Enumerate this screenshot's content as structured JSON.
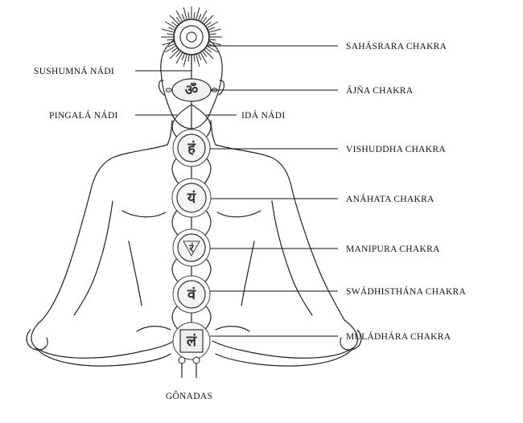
{
  "diagram": {
    "labels_right": [
      "SAHÁSRARA CHAKRA",
      "ÁJÑA CHAKRA",
      "IDÁ NÁDI",
      "VISHUDDHA CHAKRA",
      "ANÁHATA CHAKRA",
      "MANIPURA CHAKRA",
      "SWÁDHISTHÁNA CHAKRA",
      "MÚLÁDHÁRA CHAKRA"
    ],
    "labels_left": [
      "SUSHUMNÁ NÁDI",
      "PINGALÁ NÁDI"
    ],
    "label_bottom": "GÔNADAS",
    "chakra_glyphs": [
      "ॐ",
      "हं",
      "यं",
      "रं",
      "वं",
      "लं"
    ]
  }
}
